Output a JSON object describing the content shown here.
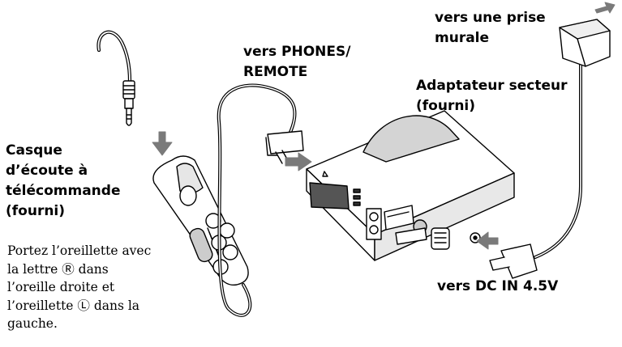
{
  "labels": {
    "wall_outlet": [
      "vers une prise",
      "murale"
    ],
    "phones_remote": [
      "vers PHONES/",
      "REMOTE"
    ],
    "ac_adaptor": [
      "Adaptateur secteur",
      "(fourni)"
    ],
    "headphones": [
      "Casque",
      "d’écoute  à",
      "télécommande",
      "(fourni)"
    ],
    "dc_in": [
      "vers DC IN 4.5V"
    ]
  },
  "note": [
    "Portez l’oreillette avec",
    "la lettre Ⓡ dans",
    "l’oreille droite et",
    "l’oreillette Ⓛ dans la",
    "gauche."
  ],
  "colors": {
    "line": "#000000",
    "arrow": "#7a7a7a",
    "shade": "#d4d4d4",
    "dark": "#333333"
  }
}
